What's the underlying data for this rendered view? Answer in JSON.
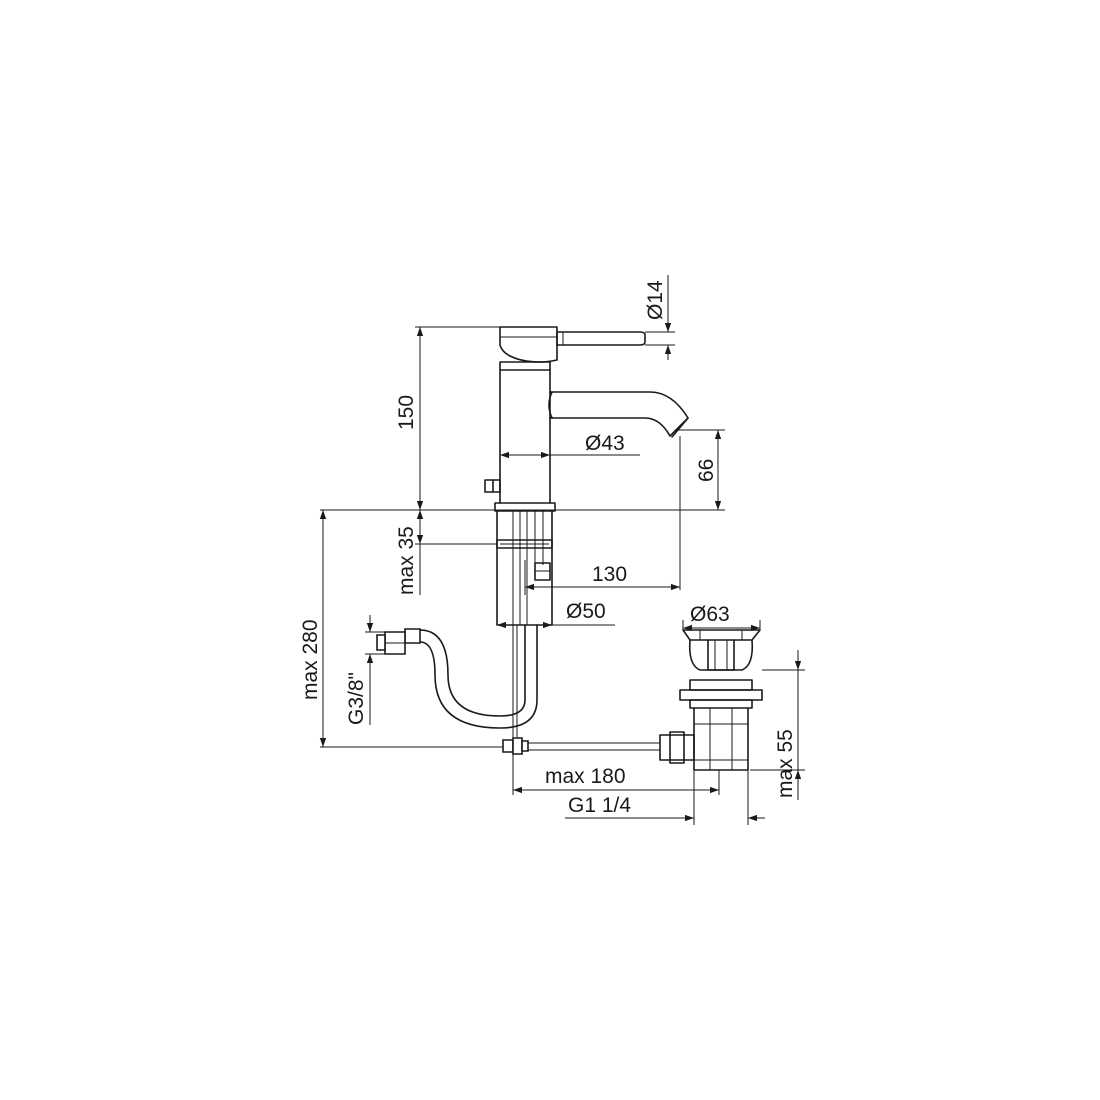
{
  "dimensions": {
    "handle_diameter": "Ø14",
    "height_total": "150",
    "body_diameter": "Ø43",
    "spout_height": "66",
    "max_deck_thickness": "max 35",
    "spout_reach": "130",
    "base_diameter": "Ø50",
    "max_supply_length": "max 280",
    "supply_thread": "G3/8\"",
    "waste_diameter": "Ø63",
    "max_waste_height": "max 55",
    "max_rod_length": "max 180",
    "waste_thread": "G1 1/4"
  },
  "colors": {
    "line": "#1a1a1a",
    "background": "#ffffff"
  }
}
